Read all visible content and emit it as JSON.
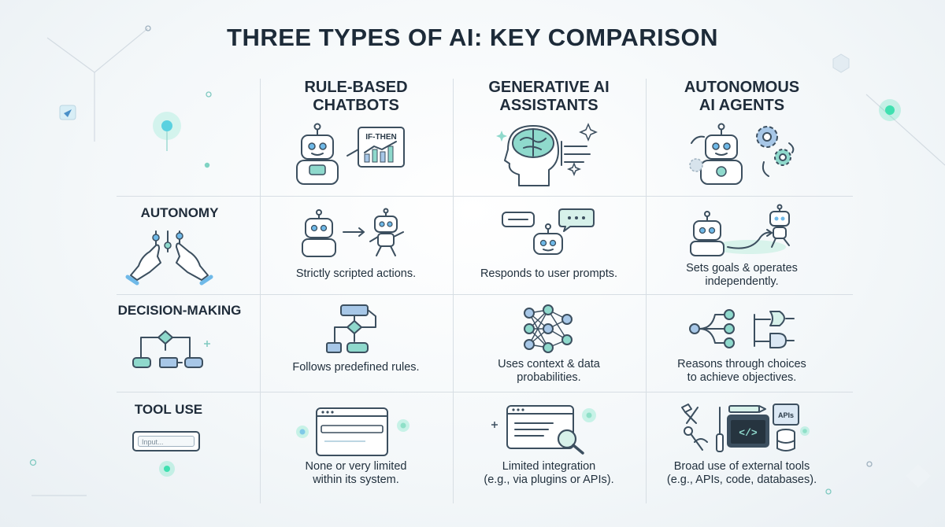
{
  "title": "THREE TYPES OF AI: KEY COMPARISON",
  "columns": [
    {
      "line1": "RULE-BASED",
      "line2": "CHATBOTS"
    },
    {
      "line1": "GENERATIVE AI",
      "line2": "ASSISTANTS"
    },
    {
      "line1": "AUTONOMOUS",
      "line2": "AI AGENTS"
    }
  ],
  "rows": [
    {
      "label": "AUTONOMY",
      "cells": [
        {
          "line1": "Strictly scripted actions.",
          "line2": ""
        },
        {
          "line1": "Responds to user prompts.",
          "line2": ""
        },
        {
          "line1": "Sets goals & operates",
          "line2": "independently."
        }
      ]
    },
    {
      "label": "DECISION-MAKING",
      "cells": [
        {
          "line1": "Follows predefined rules.",
          "line2": ""
        },
        {
          "line1": "Uses context & data",
          "line2": "probabilities."
        },
        {
          "line1": "Reasons through choices",
          "line2": "to achieve objectives."
        }
      ]
    },
    {
      "label": "TOOL USE",
      "cells": [
        {
          "line1": "None or very limited",
          "line2": "within its system."
        },
        {
          "line1": "Limited integration",
          "line2": "(e.g., via plugins or APIs)."
        },
        {
          "line1": "Broad use of external tools",
          "line2": "(e.g., APIs, code, databases)."
        }
      ]
    }
  ],
  "icons": {
    "if_then_label": "IF-THEN",
    "input_placeholder": "Input...",
    "apis_label": "APIs",
    "code_label": "</>"
  },
  "colors": {
    "accent_teal": "#8fd9cc",
    "accent_blue": "#a7c7e7",
    "glow": "#3fe0b0",
    "ink": "#3c4f5f"
  }
}
